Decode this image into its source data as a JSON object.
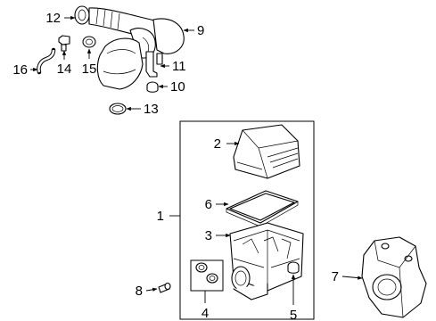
{
  "colors": {
    "line": "#000000",
    "background": "#ffffff"
  },
  "callouts": [
    {
      "id": "c1",
      "label": "1"
    },
    {
      "id": "c2",
      "label": "2"
    },
    {
      "id": "c3",
      "label": "3"
    },
    {
      "id": "c4",
      "label": "4"
    },
    {
      "id": "c5",
      "label": "5"
    },
    {
      "id": "c6",
      "label": "6"
    },
    {
      "id": "c7",
      "label": "7"
    },
    {
      "id": "c8",
      "label": "8"
    },
    {
      "id": "c9",
      "label": "9"
    },
    {
      "id": "c10",
      "label": "10"
    },
    {
      "id": "c11",
      "label": "11"
    },
    {
      "id": "c12",
      "label": "12"
    },
    {
      "id": "c13",
      "label": "13"
    },
    {
      "id": "c14",
      "label": "14"
    },
    {
      "id": "c15",
      "label": "15"
    },
    {
      "id": "c16",
      "label": "16"
    }
  ]
}
